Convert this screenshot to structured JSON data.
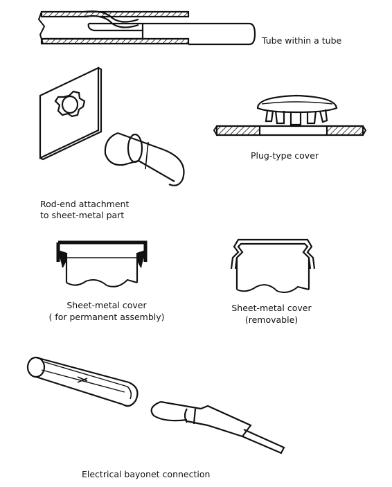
{
  "figures": {
    "tube_within_tube": {
      "caption": "Tube within a tube"
    },
    "plug_type_cover": {
      "caption": "Plug-type cover"
    },
    "rod_end_attachment": {
      "caption_line1": "Rod-end attachment",
      "caption_line2": "to sheet-metal part"
    },
    "sheet_metal_cover_permanent": {
      "caption_line1": "Sheet-metal cover",
      "caption_line2": "( for permanent assembly)"
    },
    "sheet_metal_cover_removable": {
      "caption_line1": "Sheet-metal cover",
      "caption_line2": "(removable)"
    },
    "electrical_bayonet": {
      "caption": "Electrical bayonet connection"
    }
  },
  "colors": {
    "ink": "#111111",
    "paper": "#ffffff"
  }
}
